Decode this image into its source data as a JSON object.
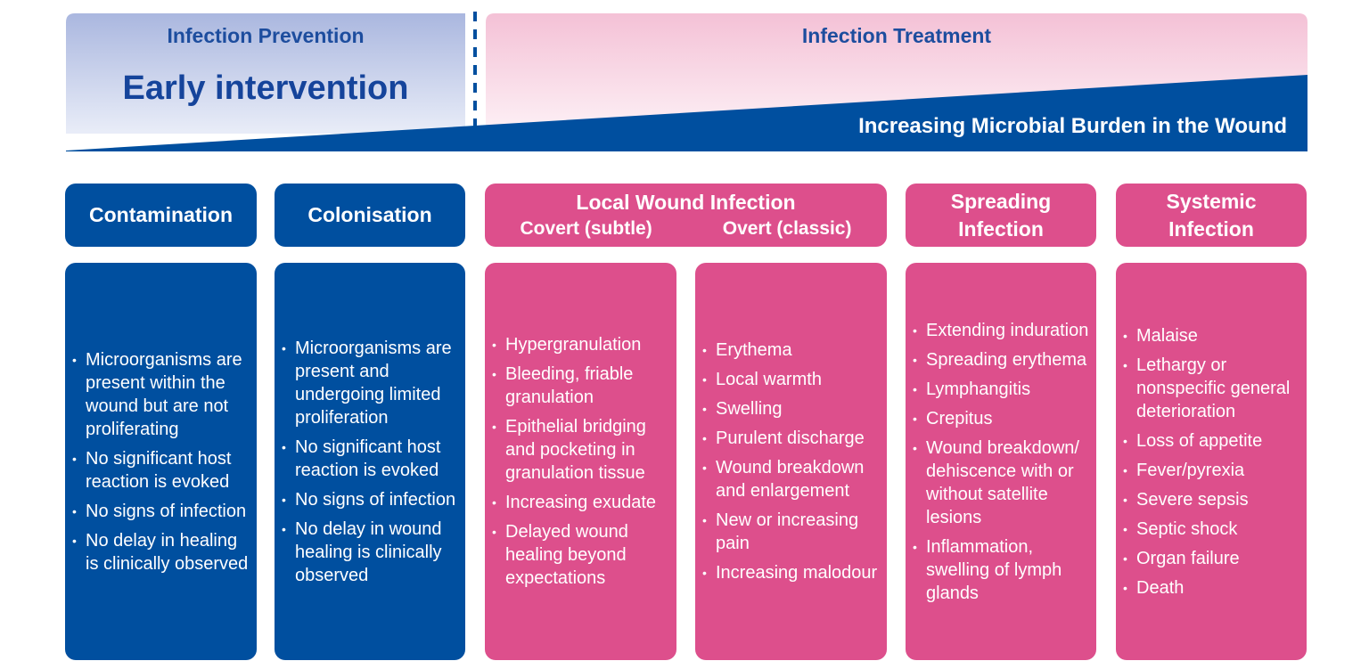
{
  "banner": {
    "prevention_label": "Infection Prevention",
    "early_label": "Early intervention",
    "treatment_label": "Infection Treatment",
    "burden_label": "Increasing Microbial Burden in the Wound"
  },
  "colors": {
    "blue": "#004f9f",
    "pink": "#dd4f8c",
    "lavender": "#aab7df",
    "light_pink": "#f4c1d6",
    "navy": "#004f9f"
  },
  "stages": [
    {
      "title": "Contamination",
      "items": [
        "Microorganisms are present within the wound but are not proliferating",
        "No significant host reaction is evoked",
        "No signs of infection",
        "No delay in healing is clinically observed"
      ]
    },
    {
      "title": "Colonisation",
      "items": [
        "Microorganisms are present and undergoing limited proliferation",
        "No significant host reaction is evoked",
        "No signs of infection",
        "No delay in wound healing is clinically observed"
      ]
    },
    {
      "title": "Local Wound Infection",
      "sub_covert": "Covert (subtle)",
      "sub_overt": "Overt (classic)",
      "covert_items": [
        "Hypergranulation",
        "Bleeding, friable granulation",
        "Epithelial bridging and pocketing in granulation tissue",
        "Increasing exudate",
        "Delayed wound healing beyond expectations"
      ],
      "overt_items": [
        "Erythema",
        "Local warmth",
        "Swelling",
        "Purulent discharge",
        "Wound breakdown and enlargement",
        "New or increasing pain",
        "Increasing malodour"
      ]
    },
    {
      "title_line1": "Spreading",
      "title_line2": "Infection",
      "items": [
        "Extending induration",
        "Spreading erythema",
        "Lymphangitis",
        "Crepitus",
        "Wound breakdown/ dehiscence with or without satellite lesions",
        "Inflammation, swelling of lymph glands"
      ]
    },
    {
      "title_line1": "Systemic",
      "title_line2": "Infection",
      "items": [
        "Malaise",
        "Lethargy or nonspecific general deterioration",
        "Loss of appetite",
        "Fever/pyrexia",
        "Severe sepsis",
        "Septic shock",
        "Organ failure",
        "Death"
      ]
    }
  ]
}
